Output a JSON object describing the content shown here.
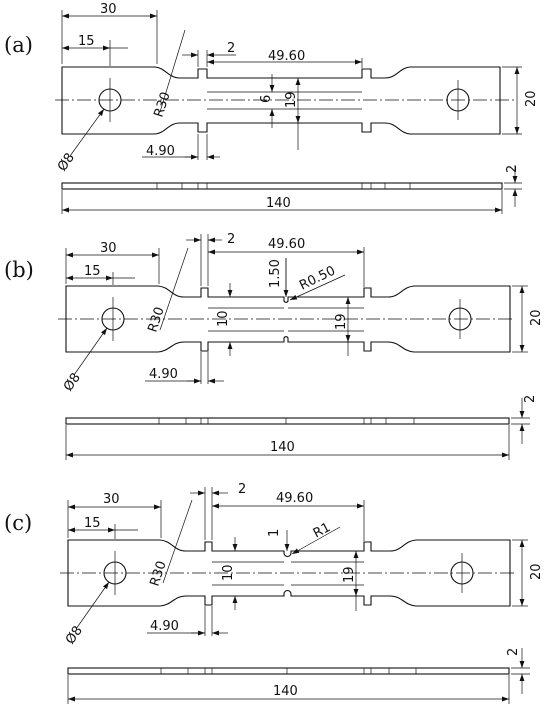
{
  "panels": [
    {
      "label": "(a)",
      "overall_width": "30",
      "hole_offset": "15",
      "shoulder_step": "2",
      "gauge_length": "49.60",
      "radius": "R30",
      "hole_diameter": "Ø8",
      "step_width": "4.90",
      "gauge_width": "6",
      "mid_width": "19",
      "grip_width": "20",
      "thickness": "2",
      "total_length": "140",
      "notch_depth": "",
      "notch_radius": ""
    },
    {
      "label": "(b)",
      "overall_width": "30",
      "hole_offset": "15",
      "shoulder_step": "2",
      "gauge_length": "49.60",
      "radius": "R30",
      "hole_diameter": "Ø8",
      "step_width": "4.90",
      "gauge_width": "10",
      "mid_width": "19",
      "grip_width": "20",
      "thickness": "2",
      "total_length": "140",
      "notch_depth": "1.50",
      "notch_radius": "R0.50"
    },
    {
      "label": "(c)",
      "overall_width": "30",
      "hole_offset": "15",
      "shoulder_step": "2",
      "gauge_length": "49.60",
      "radius": "R30",
      "hole_diameter": "Ø8",
      "step_width": "4.90",
      "gauge_width": "10",
      "mid_width": "19",
      "grip_width": "20",
      "thickness": "2",
      "total_length": "140",
      "notch_depth": "1",
      "notch_radius": "R1"
    }
  ]
}
